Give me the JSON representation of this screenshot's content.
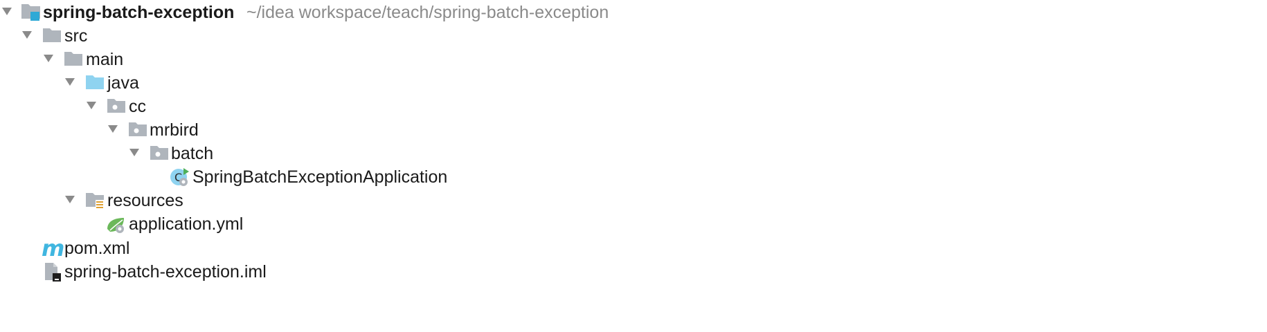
{
  "project_tree": {
    "root": {
      "name": "spring-batch-exception",
      "path": "~/idea workspace/teach/spring-batch-exception"
    },
    "nodes": {
      "src": "src",
      "main": "main",
      "java": "java",
      "cc": "cc",
      "mrbird": "mrbird",
      "batch": "batch",
      "app_class": "SpringBatchExceptionApplication",
      "resources": "resources",
      "application_yml": "application.yml",
      "pom": "pom.xml",
      "iml": "spring-batch-exception.iml"
    },
    "icons": {
      "root": "module-folder-icon",
      "src": "folder-icon",
      "main": "folder-icon",
      "java": "source-root-folder-icon",
      "package": "package-icon",
      "app_class": "spring-boot-class-icon",
      "resources": "resources-folder-icon",
      "application_yml": "spring-config-icon",
      "pom": "maven-icon",
      "iml": "iml-file-icon"
    },
    "colors": {
      "folder_gray": "#afb5bc",
      "source_blue": "#8fd3f0",
      "maven_blue": "#40b6e0",
      "spring_green": "#6bb85a",
      "path_gray": "#8a8a8a"
    }
  }
}
